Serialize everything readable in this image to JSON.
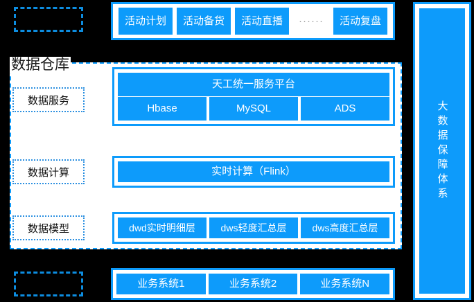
{
  "diagram": {
    "background_color": "#000000",
    "accent_color": "#0d9bfb",
    "panel_color": "#ffffff"
  },
  "top_row": {
    "items": [
      {
        "label": "活动计划"
      },
      {
        "label": "活动备货"
      },
      {
        "label": "活动直播"
      },
      {
        "label": "活动复盘"
      }
    ],
    "ellipsis": "······"
  },
  "warehouse": {
    "title": "数据仓库",
    "layers": [
      {
        "label": "数据服务"
      },
      {
        "label": "数据计算"
      },
      {
        "label": "数据模型"
      }
    ],
    "service": {
      "platform": "天工统一服务平台",
      "stores": [
        {
          "label": "Hbase"
        },
        {
          "label": "MySQL"
        },
        {
          "label": "ADS"
        }
      ]
    },
    "compute": {
      "engine": "实时计算（Flink）"
    },
    "model": {
      "tables": [
        {
          "label": "dwd实时明细层"
        },
        {
          "label": "dws轻度汇总层"
        },
        {
          "label": "dws高度汇总层"
        }
      ]
    }
  },
  "bottom_row": {
    "items": [
      {
        "label": "业务系统1"
      },
      {
        "label": "业务系统2"
      },
      {
        "label": "业务系统N"
      }
    ]
  },
  "assurance": {
    "label": "大数据保障体系"
  }
}
